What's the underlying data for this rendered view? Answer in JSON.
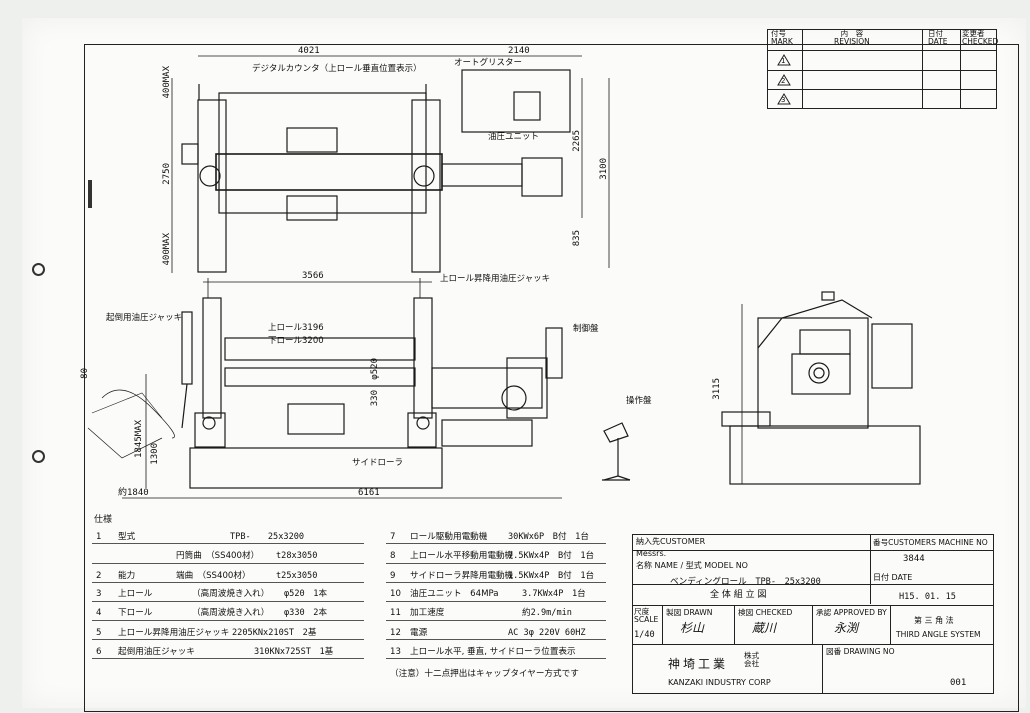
{
  "dims": {
    "top_width_left": "4021",
    "top_width_right": "2140",
    "height_400max_top": "400MAX",
    "height_2750": "2750",
    "height_400max_bottom": "400MAX",
    "right_2265": "2265",
    "right_3100": "3100",
    "right_835": "835",
    "span_3566": "3566",
    "d80": "80",
    "d1300": "1300",
    "d1845max": "1845MAX",
    "d330": "330",
    "d520": "φ520",
    "bottom_1840": "約1840",
    "bottom_6161": "6161",
    "side_3115": "3115"
  },
  "labels": {
    "digital_counter": "デジタルカウンタ（上ロール垂直位置表示）",
    "auto_greaser": "オートグリスター",
    "hydraulic_unit": "油圧ユニット",
    "upper_roll_jack": "上ロール昇降用油圧ジャッキ",
    "upright_jack": "起倒用油圧ジャッキ",
    "upper_roll": "上ロール3196",
    "lower_roll": "下ロール3200",
    "control_panel": "制御盤",
    "operation_panel": "操作盤",
    "side_roller": "サイドローラ"
  },
  "revision": {
    "col_mark": "付号\nMARK",
    "col_revision": "内　容\nREVISION",
    "col_date": "日付\nDATE",
    "col_checked": "変更者\nCHECKED",
    "marks": [
      "1",
      "2",
      "3"
    ]
  },
  "specs_left": [
    {
      "no": "1",
      "item": "型式",
      "desc": "",
      "value": "TPB-　　25x3200"
    },
    {
      "no": "",
      "item": "",
      "desc": "円筒曲　（SS400材）",
      "value": "t28x3050"
    },
    {
      "no": "2",
      "item": "能力",
      "desc": "端曲　（SS400材）",
      "value": "t25x3050"
    },
    {
      "no": "3",
      "item": "上ロール",
      "desc": "（高周波焼き入れ）",
      "value": "φ520　1本"
    },
    {
      "no": "4",
      "item": "下ロール",
      "desc": "（高周波焼き入れ）",
      "value": "φ330　2本"
    },
    {
      "no": "5",
      "item": "上ロール昇降用油圧ジャッキ",
      "desc": "",
      "value": "2205KNx210ST　2基"
    },
    {
      "no": "6",
      "item": "起倒用油圧ジャッキ",
      "desc": "",
      "value": "310KNx725ST　1基"
    }
  ],
  "specs_title": "仕様",
  "specs_right": [
    {
      "no": "7",
      "item": "ロール駆動用電動機",
      "value": "30KWx6P　B付　1台"
    },
    {
      "no": "8",
      "item": "上ロール水平移動用電動機",
      "value": "7.5KWx4P　B付　1台"
    },
    {
      "no": "9",
      "item": "サイドローラ昇降用電動機",
      "value": "1.5KWx4P　B付　1台"
    },
    {
      "no": "10",
      "item": "油圧ユニット　64MPa",
      "value": "3.7KWx4P　1台"
    },
    {
      "no": "11",
      "item": "加工速度",
      "value": "約2.9m/min"
    },
    {
      "no": "12",
      "item": "電源",
      "value": "AC 3φ 220V 60HZ"
    },
    {
      "no": "13",
      "item": "上ロール水平, 垂直, サイドローラ位置表示",
      "value": ""
    }
  ],
  "note": "（注意）十二点押出はキャップタイヤー方式です",
  "title_block": {
    "customer_label": "納入先CUSTOMER",
    "customer_value": "Messrs.",
    "name_label": "名称 NAME / 型式 MODEL NO",
    "name_value": "ベンディングロール　TPB-　25x3200",
    "drawing_title": "全 体 組 立 図",
    "machine_no_label": "番号CUSTOMERS MACHINE NO",
    "machine_no_value": "3844",
    "date_label": "日付 DATE",
    "date_value": "H15. 01. 15",
    "scale_label": "尺度\nSCALE",
    "scale_value": "1/40",
    "drawn_label": "製図 DRAWN",
    "drawn_value": "杉山",
    "checked_label": "検図 CHECKED",
    "checked_value": "蔵川",
    "approved_label": "承認 APPROVED BY",
    "approved_value": "永渕",
    "projection_label": "第 三 角 法",
    "projection_value": "THIRD ANGLE SYSTEM",
    "company_jp": "神埼工業",
    "company_suffix": "株式\n会社",
    "company_en": "KANZAKI INDUSTRY CORP",
    "drawing_no_label": "図番 DRAWING NO",
    "drawing_no_value": "001"
  },
  "colors": {
    "ink": "#1a1a1a",
    "paper": "#fbfbf9"
  }
}
